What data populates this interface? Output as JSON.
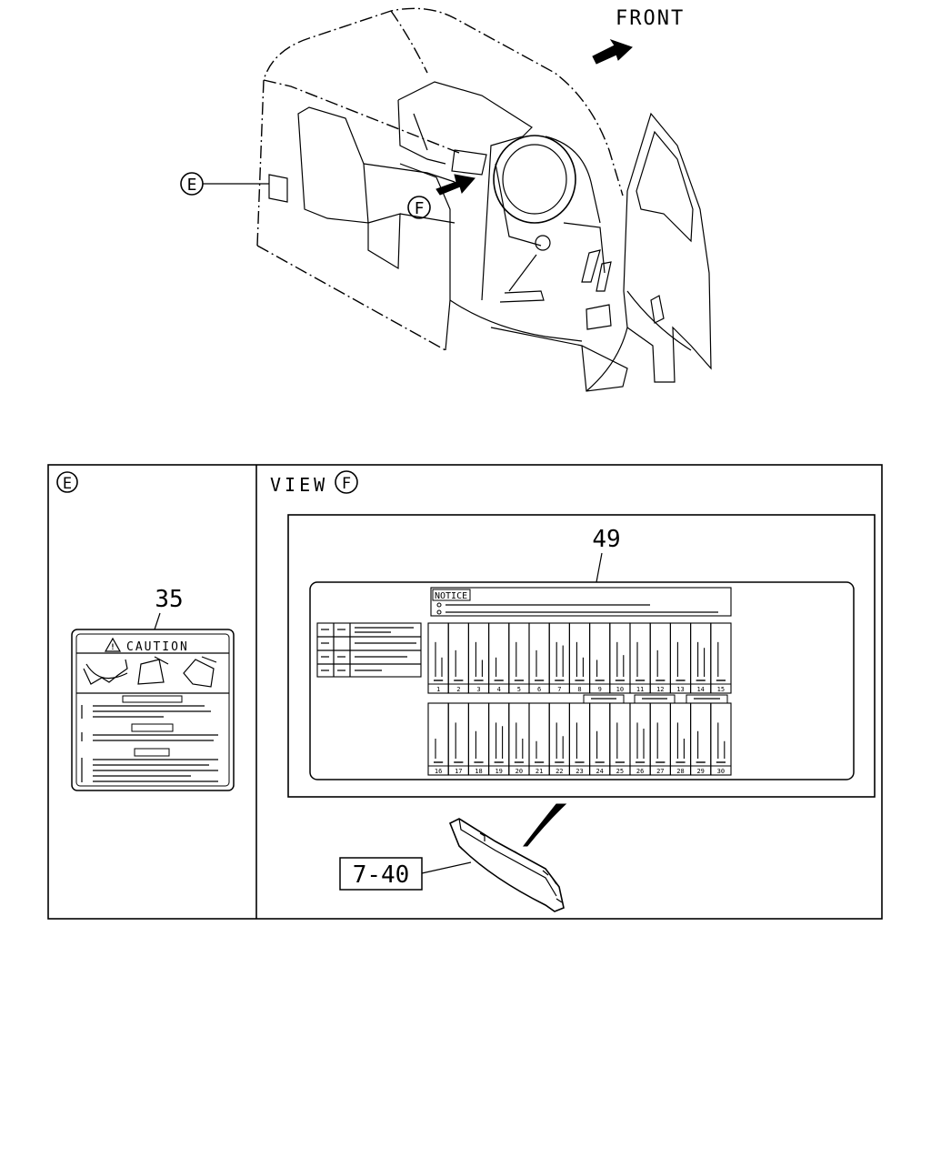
{
  "diagram": {
    "front_label": "FRONT",
    "callouts": {
      "e": "E",
      "f": "F"
    },
    "view_label": "VIEW",
    "parts": {
      "caution_label_number": "35",
      "fuse_label_number": "49",
      "fuse_cover_ref": "7-40"
    },
    "caution_label": {
      "title": "CAUTION",
      "sign": "!"
    },
    "notice_label": {
      "title": "NOTICE",
      "fuse_numbers_row1": [
        "1",
        "2",
        "3",
        "4",
        "5",
        "6",
        "7",
        "8",
        "9",
        "10",
        "11",
        "12",
        "13",
        "14",
        "15"
      ],
      "fuse_numbers_row2": [
        "16",
        "17",
        "18",
        "19",
        "20",
        "21",
        "22",
        "23",
        "24",
        "25",
        "26",
        "27",
        "28",
        "29",
        "30"
      ]
    }
  }
}
